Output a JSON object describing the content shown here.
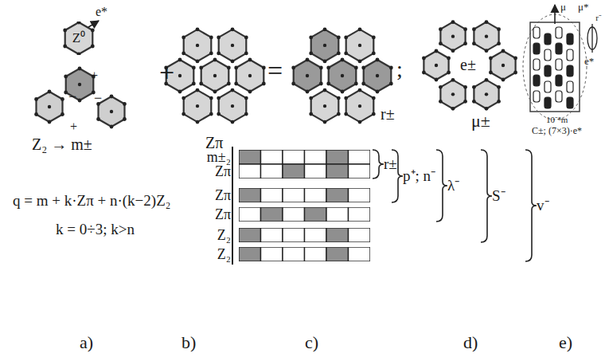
{
  "diagram": {
    "nodes": [
      {
        "text": [
          "Z⁰"
        ]
      },
      {
        "text": [
          "m±₂",
          "Zπ"
        ]
      },
      {
        "text": [
          "Zπ"
        ]
      },
      {
        "text": [
          "Zπ"
        ]
      },
      {
        "text": [
          "Z₂"
        ]
      },
      {
        "text": [
          "Z₂"
        ]
      }
    ],
    "labels": [
      "e*",
      "+",
      "−",
      "−",
      "+",
      "Z₂ → m±",
      "q = m + k·Zπ + n·(k−2)Z₂",
      "k = 0÷3; k>n",
      "a)",
      "+",
      "Zπ",
      "b)",
      "=",
      "r±",
      ";",
      "r±",
      "p⁺; n⁻",
      "λ⁻",
      "S⁻",
      "v⁻",
      "c)",
      "e±",
      "μ±",
      "μ",
      "μ*",
      "e*",
      "r⁻",
      "10⁻⁸m",
      "C±; (7×3)·e*",
      "d)",
      "e)"
    ]
  }
}
